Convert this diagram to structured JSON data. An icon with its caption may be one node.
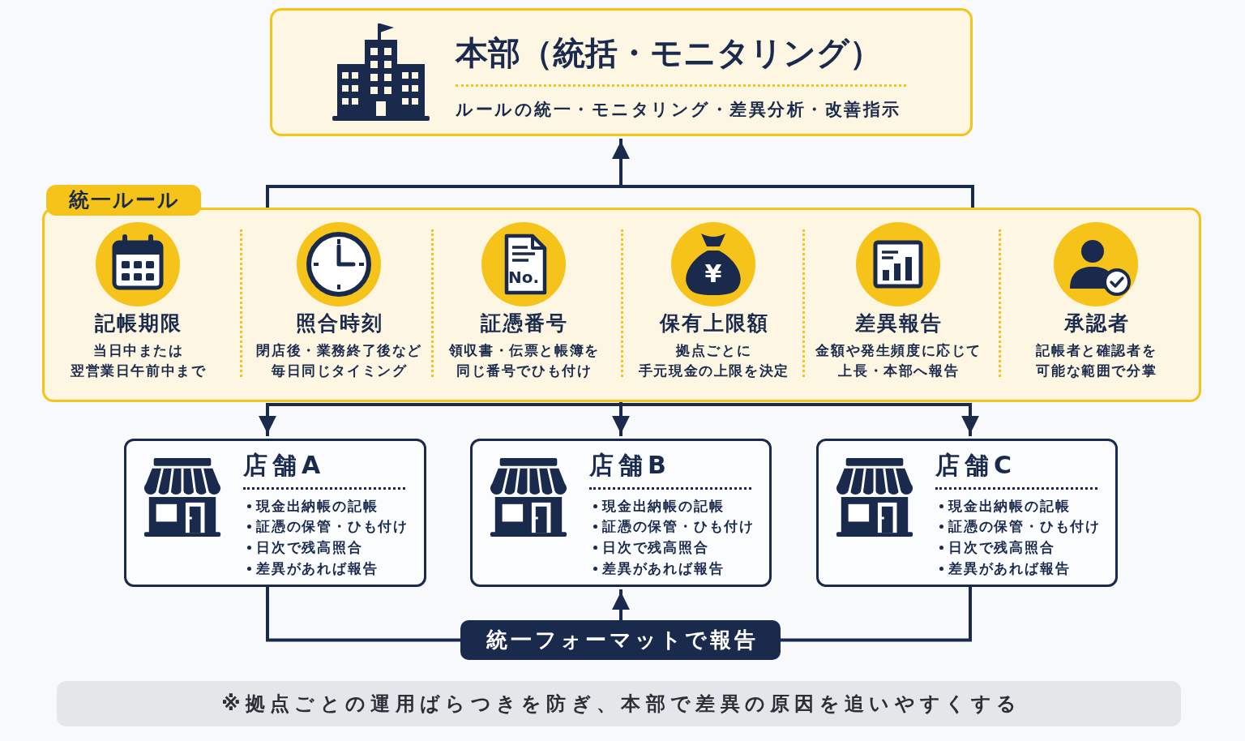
{
  "diagram": {
    "nodes": [
      {
        "text": [
          "本部（統括・モニタリング）",
          "ルールの統一・モニタリング・差異分析・改善指示"
        ]
      },
      {
        "text": [
          "統一ルール"
        ]
      },
      {
        "text": [
          "記帳期限",
          "当日中または翌営業日午前中まで"
        ],
        "in": 1
      },
      {
        "text": [
          "照合時刻",
          "閉店後・業務終了後など毎日同じタイミング"
        ],
        "in": 1
      },
      {
        "text": [
          "証憑番号",
          "領収書・伝票と帳簿を同じ番号でひも付け"
        ],
        "in": 1
      },
      {
        "text": [
          "保有上限額",
          "拠点ごとに手元現金の上限を決定"
        ],
        "in": 1
      },
      {
        "text": [
          "差異報告",
          "金額や発生頻度に応じて上長・本部へ報告"
        ],
        "in": 1
      },
      {
        "text": [
          "承認者",
          "記帳者と確認者を可能な範囲で分掌"
        ],
        "in": 1
      },
      {
        "text": [
          "店舗A",
          "現金出納帳の記帳",
          "証憑の保管・ひも付け",
          "日次で残高照合",
          "差異があれば報告"
        ]
      },
      {
        "text": [
          "店舗B",
          "現金出納帳の記帳",
          "証憑の保管・ひも付け",
          "日次で残高照合",
          "差異があれば報告"
        ]
      },
      {
        "text": [
          "店舗C",
          "現金出納帳の記帳",
          "証憑の保管・ひも付け",
          "日次で残高照合",
          "差異があれば報告"
        ]
      },
      {
        "text": [
          "統一フォーマットで報告"
        ]
      },
      {
        "text": [
          "※拠点ごとの運用ばらつきを防ぎ、本部で差異の原因を追いやすくする"
        ]
      }
    ],
    "edges": [
      {
        "from": 1,
        "to": 0,
        "arrow": "to"
      },
      {
        "from": 1,
        "to": 8,
        "arrow": "to"
      },
      {
        "from": 1,
        "to": 9,
        "arrow": "to"
      },
      {
        "from": 1,
        "to": 10,
        "arrow": "to"
      },
      {
        "from": 8,
        "to": 11,
        "arrow": "none"
      },
      {
        "from": 10,
        "to": 11,
        "arrow": "none"
      },
      {
        "from": 11,
        "to": 9,
        "arrow": "to"
      }
    ],
    "labels": [
      "No.",
      "¥"
    ]
  }
}
